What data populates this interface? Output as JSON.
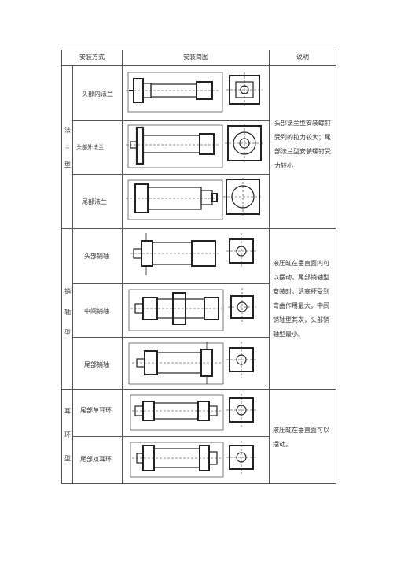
{
  "header": {
    "col1": "安装方式",
    "col2": "安装简图",
    "col3": "说明"
  },
  "groups": [
    {
      "type_chars": [
        "法",
        "兰",
        "型"
      ],
      "rows": [
        "头部内法兰",
        "头部外法兰",
        "尾部法兰"
      ],
      "description": "头部法兰型安装螺钉受到的拉力较大；尾部法兰型安装螺钉受力较小"
    },
    {
      "type_chars": [
        "销",
        "轴",
        "型"
      ],
      "rows": [
        "头部销轴",
        "中间销轴",
        "尾部销轴"
      ],
      "description": "液压缸在垂直面内可以摆动。尾部销轴型安装时，活塞杆受到弯曲作用最大，中间销轴型其次，头部销轴型最小。"
    },
    {
      "type_chars": [
        "耳",
        "环",
        "型"
      ],
      "rows": [
        "尾部单耳环",
        "尾部双耳环"
      ],
      "description": "液压缸在垂直面可以摆动。"
    }
  ]
}
